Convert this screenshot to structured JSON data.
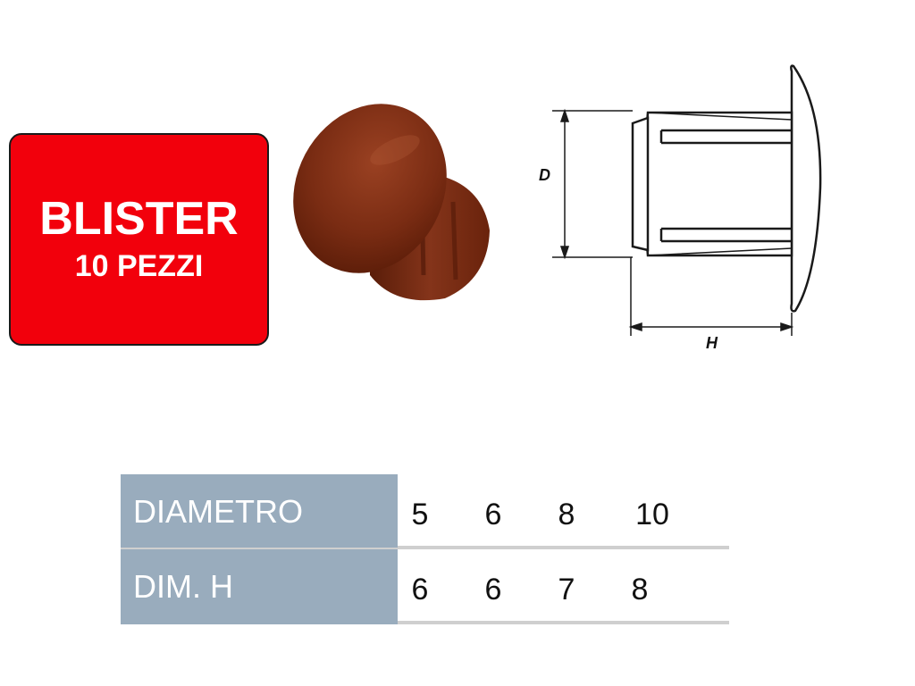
{
  "badge": {
    "title": "BLISTER",
    "subtitle": "10 PEZZI",
    "background_color": "#f2000c"
  },
  "product_image": {
    "icon": "brown-hole-cover-cap",
    "color": "#7a2c13"
  },
  "drawing": {
    "label_d": "D",
    "label_h": "H"
  },
  "table": {
    "rows": [
      {
        "label": "DIAMETRO",
        "values": [
          "5",
          "6",
          "8",
          "10"
        ]
      },
      {
        "label": "DIM. H",
        "values": [
          "6",
          "6",
          "7",
          "8"
        ]
      }
    ],
    "header_color": "#99acbd",
    "divider_color": "#cfcfcf"
  }
}
